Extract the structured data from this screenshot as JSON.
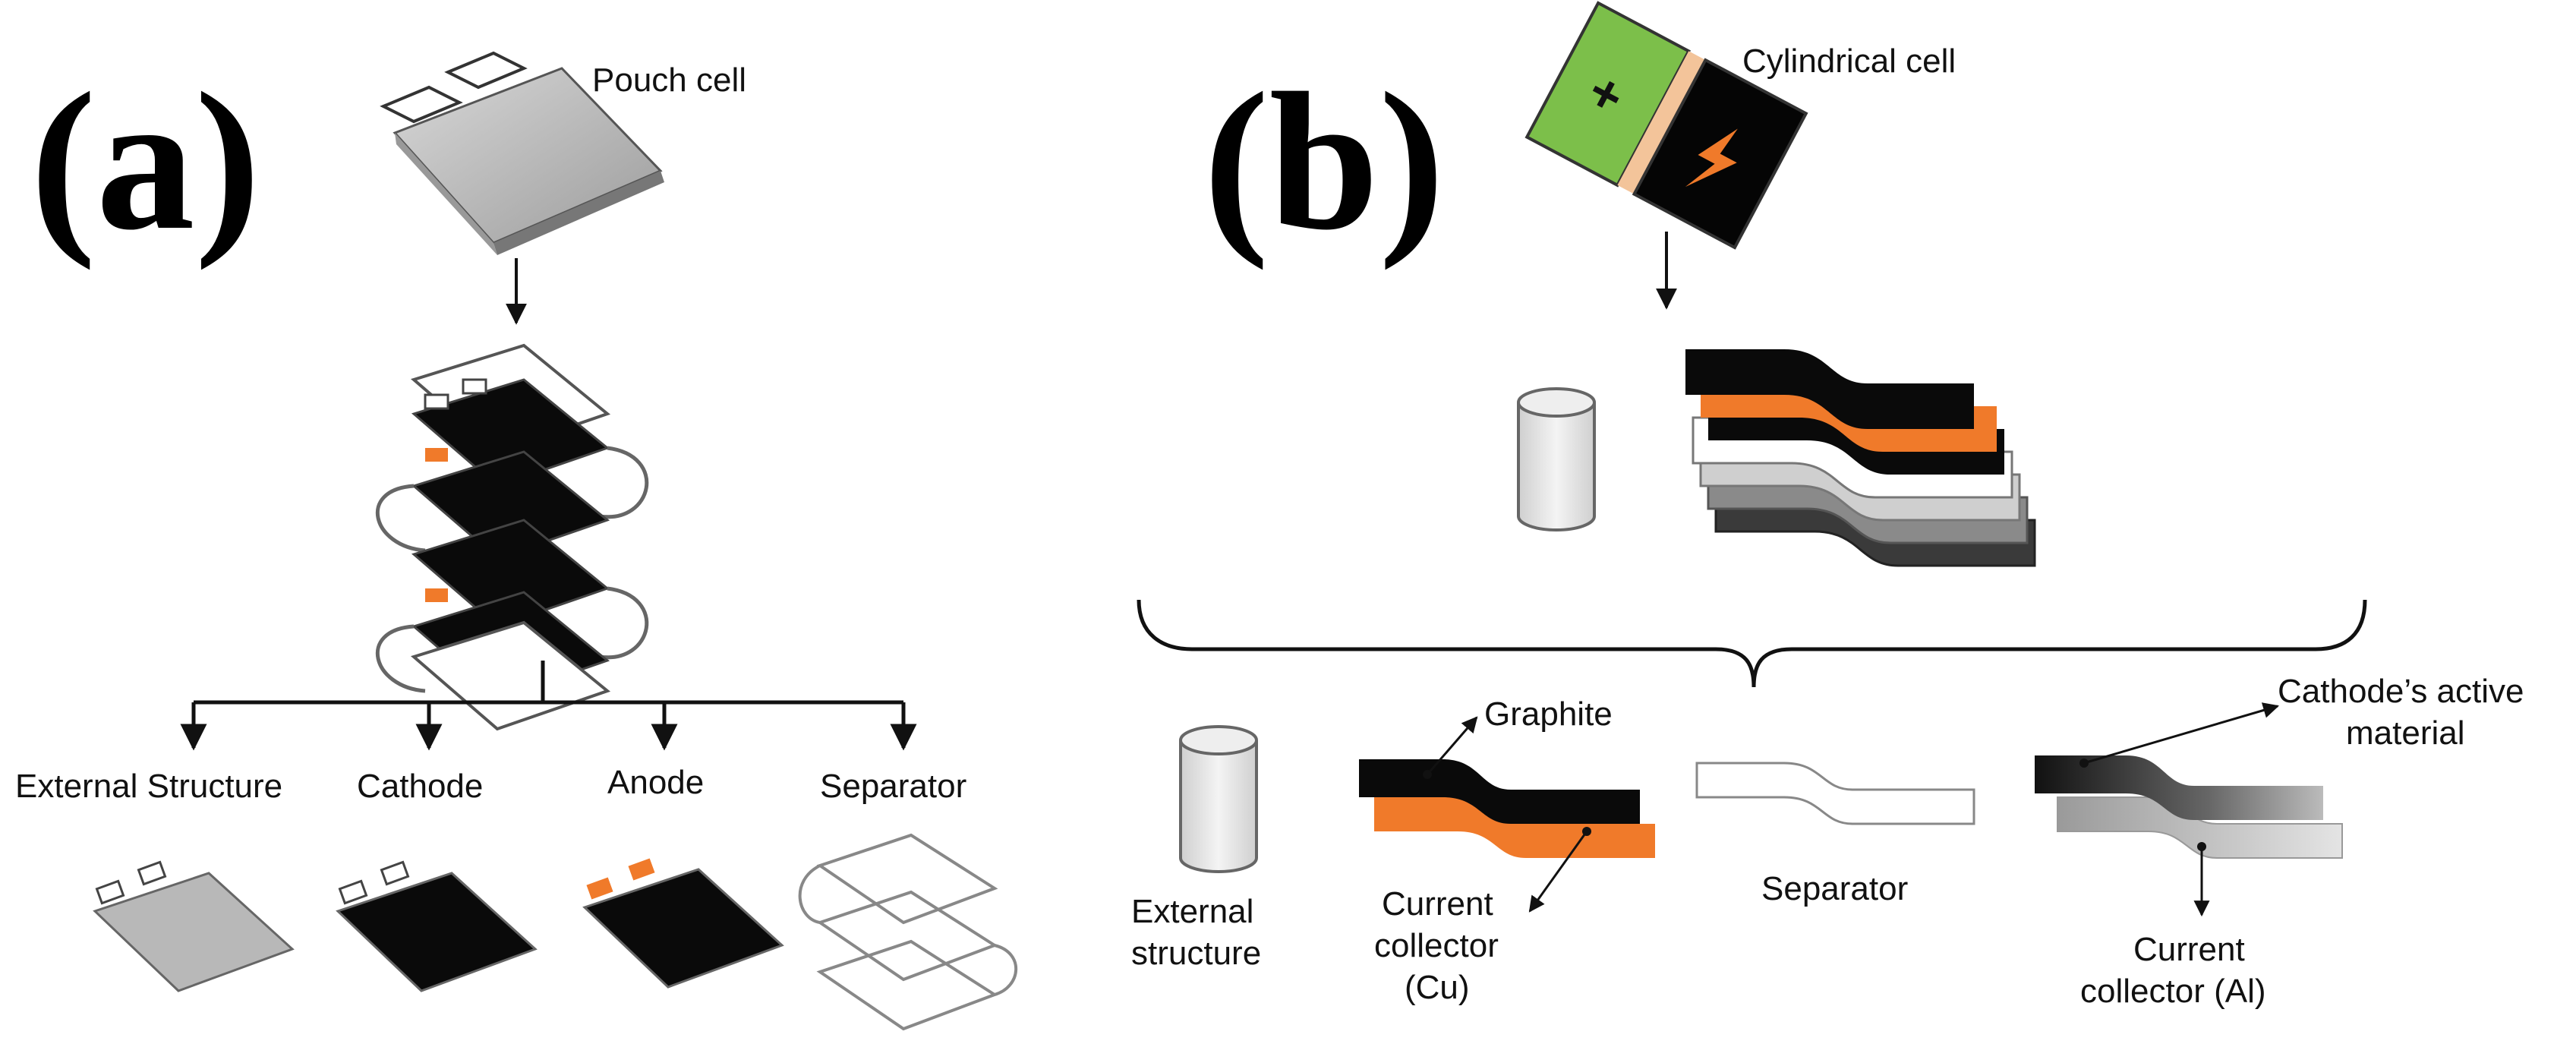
{
  "panel_a": {
    "letter": "(a)",
    "pouch_cell_label": "Pouch cell",
    "components": {
      "external_structure": "External Structure",
      "cathode": "Cathode",
      "anode": "Anode",
      "separator": "Separator"
    }
  },
  "panel_b": {
    "letter": "(b)",
    "cylindrical_cell_label": "Cylindrical cell",
    "battery_plus": "+",
    "components": {
      "external_structure_line1": "External",
      "external_structure_line2": "structure",
      "graphite": "Graphite",
      "current_collector_cu_line1": "Current",
      "current_collector_cu_line2": "collector",
      "current_collector_cu_line3": "(Cu)",
      "separator": "Separator",
      "cathode_active_line1": "Cathode’s active",
      "cathode_active_line2": "material",
      "current_collector_al_line1": "Current",
      "current_collector_al_line2": "collector (Al)"
    }
  },
  "colors": {
    "cathode_black": "#0a0a0a",
    "anode_orange": "#f07a2a",
    "pouch_gray": "#b8b8b8",
    "battery_green": "#7cbf4a"
  }
}
